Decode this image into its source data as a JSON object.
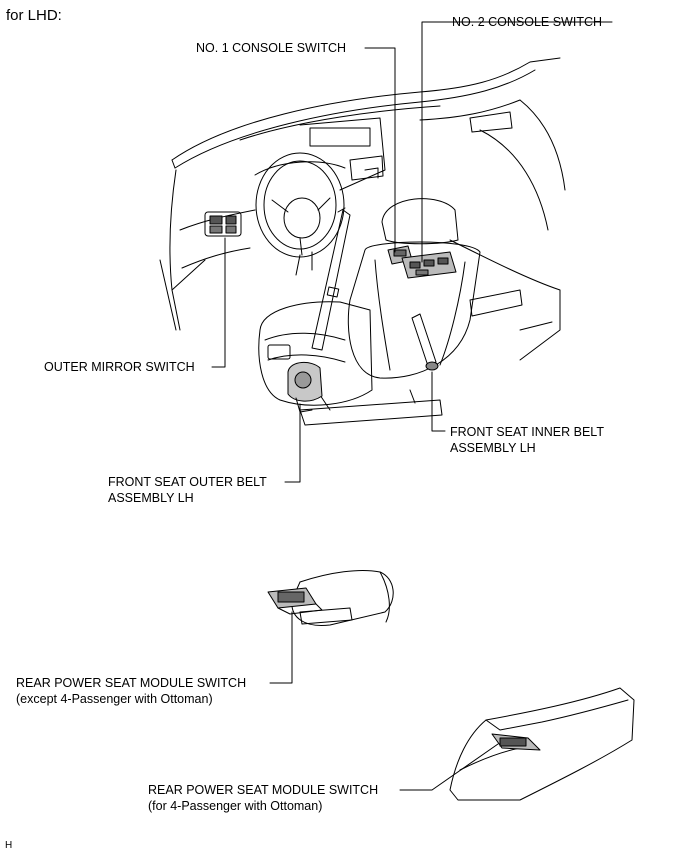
{
  "header": {
    "text": "for LHD:"
  },
  "callouts": {
    "no2_console_switch": "NO. 2 CONSOLE SWITCH",
    "no1_console_switch": "NO. 1 CONSOLE SWITCH",
    "outer_mirror_switch": "OUTER MIRROR SWITCH",
    "front_seat_inner_belt": [
      "FRONT SEAT INNER BELT",
      "ASSEMBLY LH"
    ],
    "front_seat_outer_belt": [
      "FRONT SEAT OUTER BELT",
      "ASSEMBLY LH"
    ],
    "rear_switch_except": [
      "REAR POWER SEAT MODULE SWITCH",
      "(except 4-Passenger with Ottoman)"
    ],
    "rear_switch_ottoman": [
      "REAR POWER SEAT MODULE SWITCH",
      "(for 4-Passenger with Ottoman)"
    ]
  },
  "footer": {
    "code": "H"
  }
}
